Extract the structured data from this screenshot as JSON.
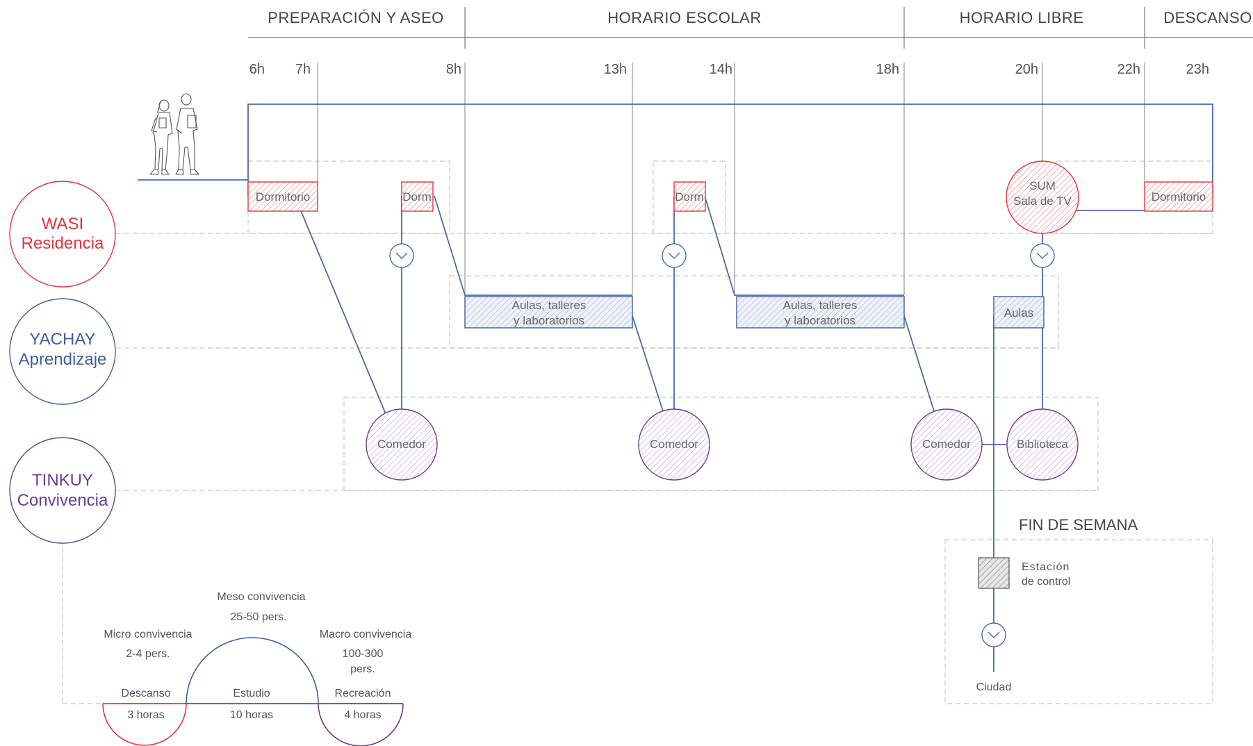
{
  "colors": {
    "residence": "#e0363d",
    "learning": "#3e5f9e",
    "coexistence": "#6b3f8e",
    "line": "#4a6aa8",
    "guide": "#8a8a8a",
    "dash": "#c8c8c8",
    "text": "#555555"
  },
  "phases": [
    {
      "label": "PREPARACIÓN Y ASEO"
    },
    {
      "label": "HORARIO ESCOLAR"
    },
    {
      "label": "HORARIO LIBRE"
    },
    {
      "label": "DESCANSO"
    }
  ],
  "hours": [
    "6h",
    "7h",
    "8h",
    "13h",
    "14h",
    "18h",
    "20h",
    "22h",
    "23h"
  ],
  "zones": [
    {
      "line1": "WASI",
      "line2": "Residencia"
    },
    {
      "line1": "YACHAY",
      "line2": "Aprendizaje"
    },
    {
      "line1": "TINKUY",
      "line2": "Convivencia"
    }
  ],
  "residence_boxes": [
    "Dormitorio",
    "Dorm",
    "Dorm",
    "Dormitorio"
  ],
  "sum": {
    "line1": "SUM",
    "line2": "Sala de TV"
  },
  "learning_boxes": [
    {
      "line1": "Aulas, talleres",
      "line2": "y laboratorios"
    },
    {
      "line1": "Aulas, talleres",
      "line2": "y laboratorios"
    },
    {
      "line1": "Aulas",
      "line2": ""
    }
  ],
  "coexistence_circles": [
    "Comedor",
    "Comedor",
    "Comedor",
    "Biblioteca"
  ],
  "weekend": {
    "title": "FIN DE SEMANA",
    "station_line1": "Estación",
    "station_line2": "de control",
    "city": "Ciudad"
  },
  "legend": {
    "micro": {
      "title": "Micro convivencia",
      "people": "2-4 pers."
    },
    "meso": {
      "title": "Meso convivencia",
      "people": "25-50 pers."
    },
    "macro": {
      "title": "Macro convivencia",
      "people_1": "100-300",
      "people_2": "pers."
    },
    "rest": {
      "label": "Descanso",
      "duration": "3 horas"
    },
    "study": {
      "label": "Estudio",
      "duration": "10 horas"
    },
    "recreation": {
      "label": "Recreación",
      "duration": "4 horas"
    }
  }
}
